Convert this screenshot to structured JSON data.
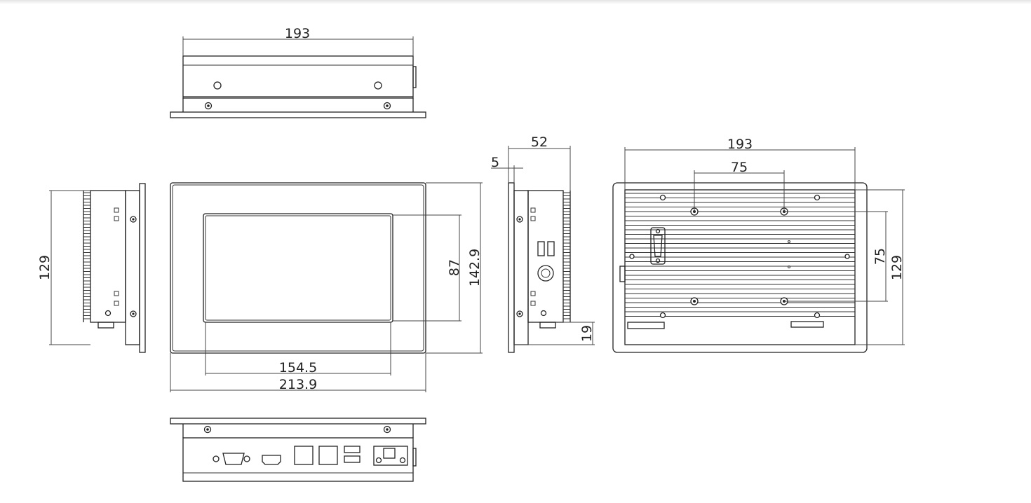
{
  "dimensions": {
    "top_view_width": "193",
    "front_width_outer": "213.9",
    "front_width_screen": "154.5",
    "front_height_screen": "87",
    "front_height_outer": "142.9",
    "left_view_height": "129",
    "side_view_depth": "52",
    "side_view_bezel": "5",
    "side_view_offset": "19",
    "rear_view_width": "193",
    "rear_hole_spacing_x": "75",
    "rear_hole_spacing_y": "75",
    "rear_view_height": "129"
  }
}
